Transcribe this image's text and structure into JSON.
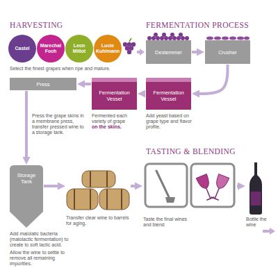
{
  "diagram": {
    "title": "HARVESTING",
    "nodes": [
      {
        "text": [
          "Castel"
        ]
      },
      {
        "text": [
          "Marechal Foch"
        ]
      },
      {
        "text": [
          "Leon Millot"
        ]
      },
      {
        "text": [
          "Lucie Kuhlmann"
        ]
      },
      {
        "text": [
          "Destemmer"
        ]
      },
      {
        "text": [
          "Crusher"
        ]
      },
      {
        "text": [
          "Fermentation Vessel"
        ]
      },
      {
        "text": [
          "Fermentation Vessel"
        ]
      },
      {
        "text": [
          "Press"
        ]
      },
      {
        "text": [
          "Storage Tank"
        ]
      },
      {
        "text": [
          "Transfer clear wine to barrels for aging."
        ]
      },
      {
        "text": [
          "Taste the final wines and blend"
        ]
      },
      {
        "text": [
          "Bottle the wine"
        ]
      }
    ],
    "edges": [
      {
        "from": 4,
        "to": 5,
        "arrow": "to"
      },
      {
        "from": 5,
        "to": 6,
        "arrow": "to"
      },
      {
        "from": 6,
        "to": 7,
        "arrow": "to"
      },
      {
        "from": 7,
        "to": 8,
        "arrow": "to"
      },
      {
        "from": 8,
        "to": 9,
        "arrow": "to"
      },
      {
        "from": 9,
        "to": 10,
        "arrow": "to"
      },
      {
        "from": 10,
        "to": 11,
        "arrow": "to"
      },
      {
        "from": 11,
        "to": 12,
        "arrow": "to"
      }
    ],
    "labels": [
      "FERMENTATION PROCESS",
      "Select the finest grapes when ripe and mature.",
      "Fermented each variety of grape",
      "on the skins.",
      "Add yeast based on grape type and flavor profile.",
      "Press the grape skins in a membrane press, transfer pressed wine to a storage tank.",
      "TASTING & BLENDING",
      "Add malolatic bacteria (malolactic fermentation) to create to soft lactic acid.",
      "Allow the wine to settle to remove all remaining impurities."
    ]
  }
}
